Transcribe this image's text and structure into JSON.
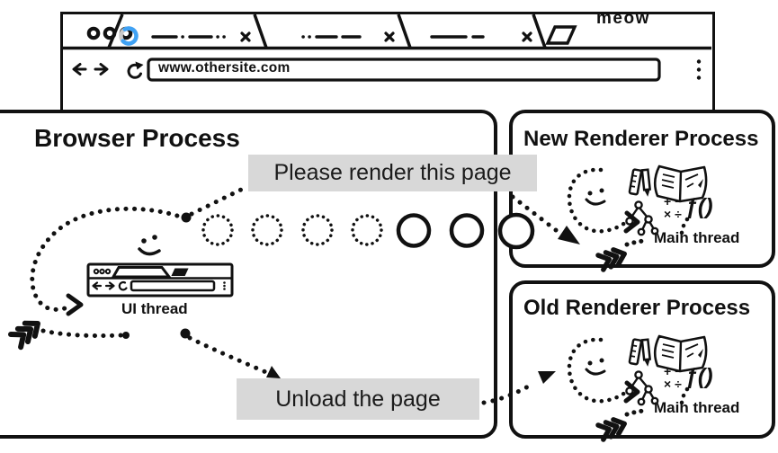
{
  "window": {
    "brand_label": "meow",
    "address_bar": {
      "url": "www.othersite.com"
    }
  },
  "messages": {
    "please_render": "Please render this page",
    "unload": "Unload the page"
  },
  "processes": {
    "browser": {
      "title": "Browser Process",
      "thread_label": "UI thread"
    },
    "new_renderer": {
      "title": "New Renderer Process",
      "thread_label": "Main thread"
    },
    "old_renderer": {
      "title": "Old Renderer Process",
      "thread_label": "Main thread"
    }
  },
  "glyphs": {
    "function_icon": "ƒ()",
    "math_row_top": "+ −",
    "math_row_bottom": "× ÷"
  },
  "colors": {
    "ink": "#111111",
    "spinner_blue": "#3fa2f5",
    "spinner_track": "#c9c9c9",
    "label_bg": "#d8d8d8"
  }
}
